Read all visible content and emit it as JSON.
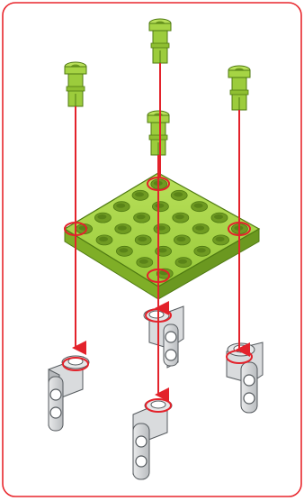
{
  "diagram": {
    "frame_color": "#e8272d",
    "arrow_color": "#e3222b",
    "part_green": "#9ccc3c",
    "part_green_dark": "#5f8a1c",
    "part_gray": "#cfd1d3",
    "part_gray_dark": "#6b6e72",
    "parts": {
      "pins": [
        "green-pin",
        "green-pin",
        "green-pin",
        "green-pin"
      ],
      "plate": "green-4x4-plate",
      "connectors": [
        "gray-connector",
        "gray-connector",
        "gray-connector",
        "gray-connector"
      ]
    }
  }
}
